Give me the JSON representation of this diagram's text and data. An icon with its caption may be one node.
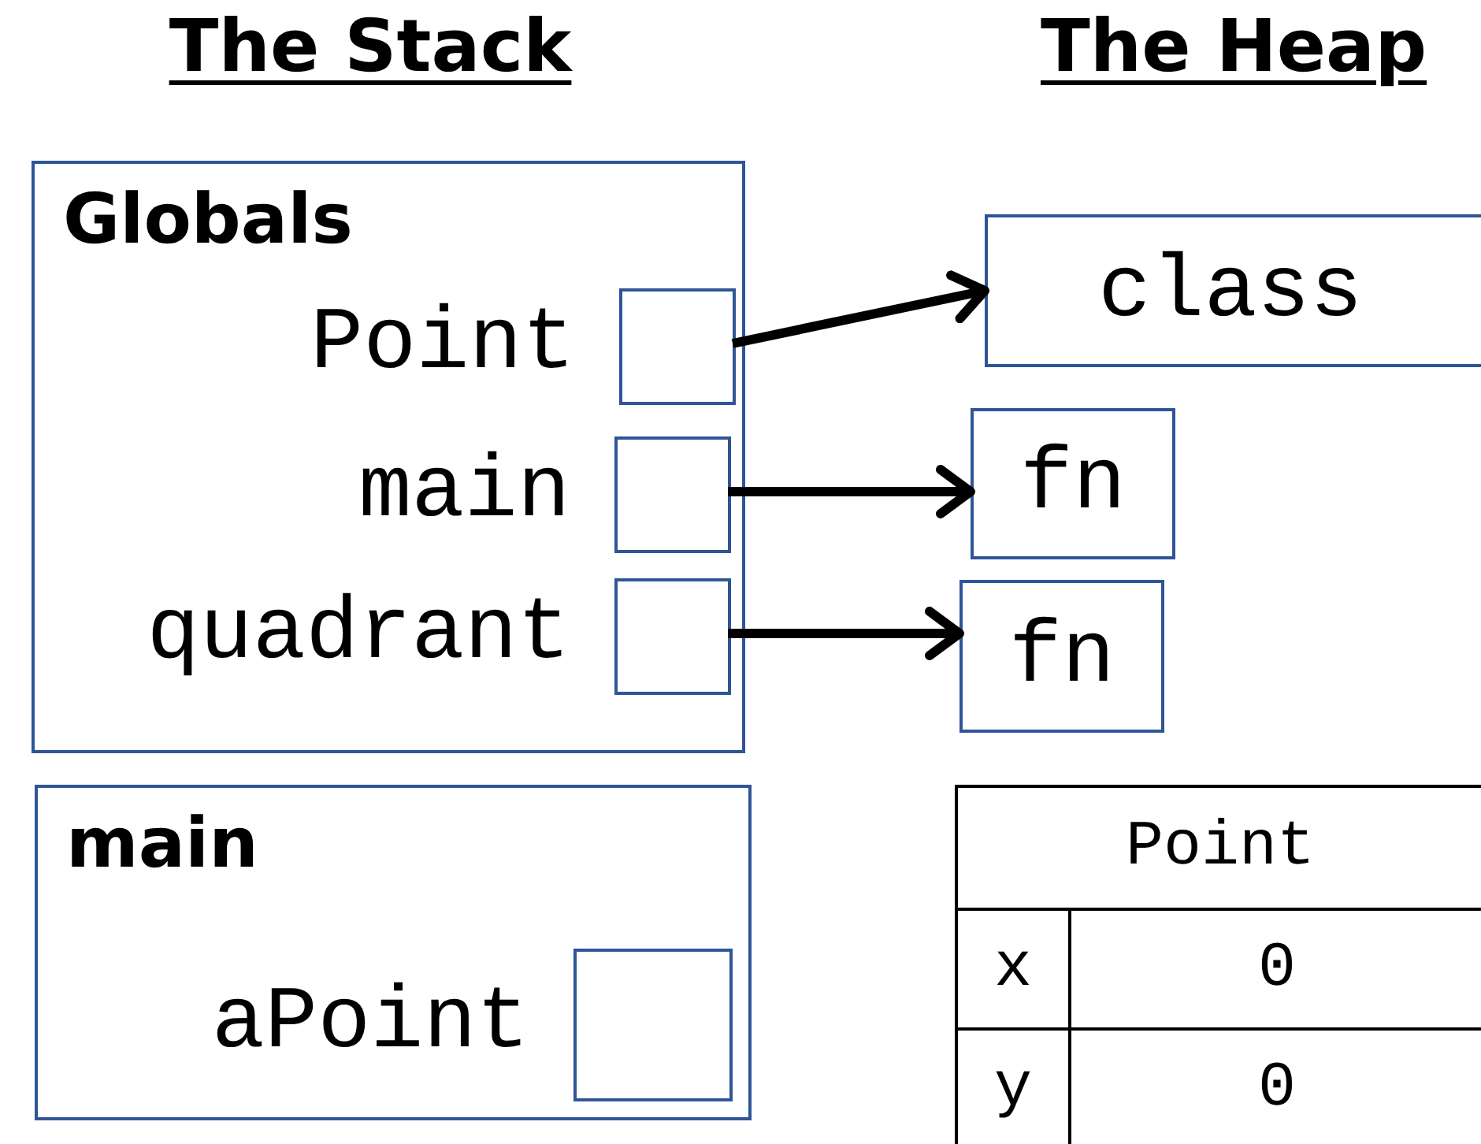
{
  "diagram": {
    "nodes": [
      {
        "text": [
          "Globals"
        ]
      },
      {
        "text": [],
        "shape": "box",
        "in": 0,
        "beside": [
          "Point"
        ]
      },
      {
        "text": [],
        "shape": "box",
        "in": 0,
        "beside": [
          "main"
        ]
      },
      {
        "text": [],
        "shape": "box",
        "in": 0,
        "beside": [
          "quadrant"
        ]
      },
      {
        "text": [
          "main"
        ]
      },
      {
        "text": [],
        "shape": "box",
        "in": 4,
        "beside": [
          "aPoint"
        ]
      },
      {
        "text": [
          "class"
        ]
      },
      {
        "text": [
          "fn"
        ]
      },
      {
        "text": [
          "fn"
        ]
      },
      {
        "text": [
          "Point",
          "x",
          "0",
          "y",
          "0"
        ]
      }
    ],
    "edges": [
      {
        "from": 1,
        "to": 6,
        "arrow": "to"
      },
      {
        "from": 2,
        "to": 7,
        "arrow": "to"
      },
      {
        "from": 3,
        "to": 8,
        "arrow": "to"
      }
    ],
    "labels": [
      "The Stack",
      "The Heap"
    ]
  }
}
